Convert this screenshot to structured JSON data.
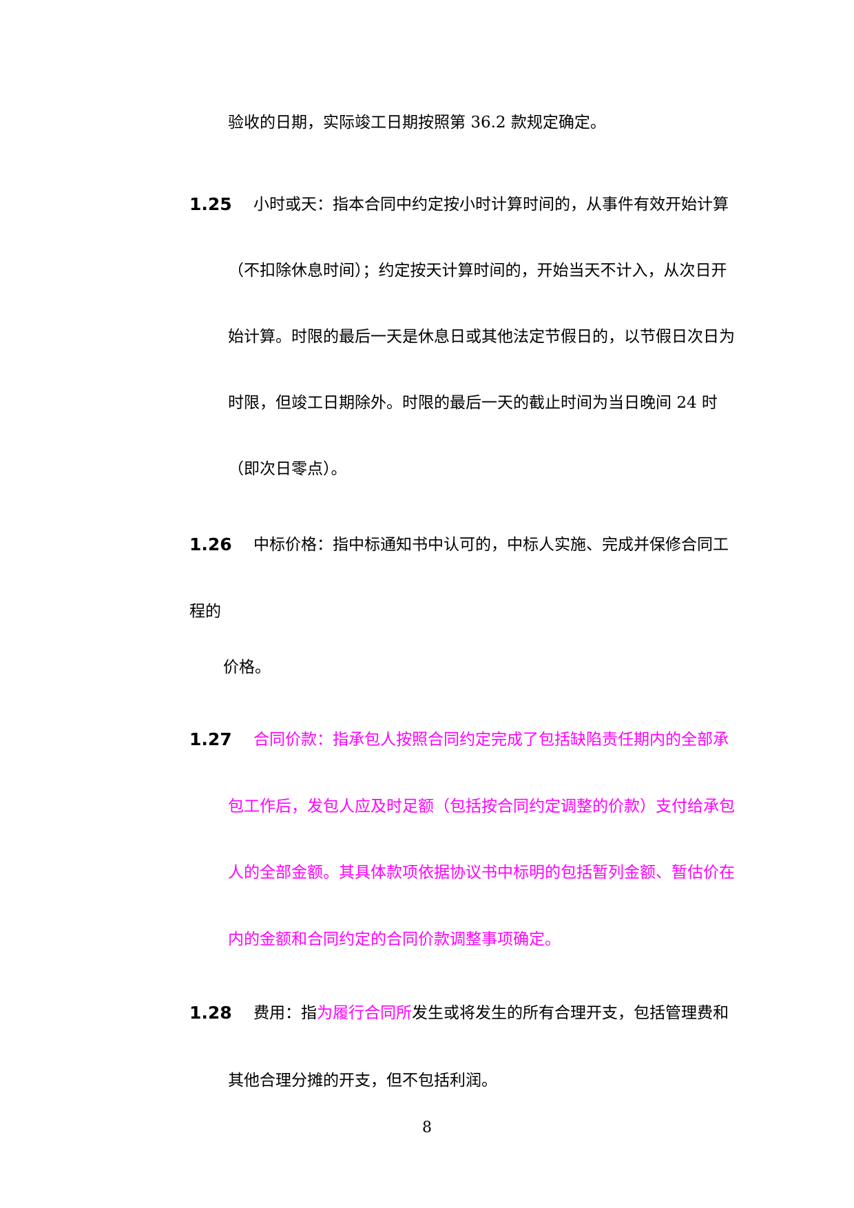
{
  "document": {
    "continuation": {
      "before": "验收的日期，实际竣工日期按照第",
      "ref": "36.2",
      "after": "款规定确定。"
    },
    "c125": {
      "number": "1.25",
      "line1": "小时或天：指本合同中约定按小时计算时间的，从事件有效开始计算",
      "line2": "（不扣除休息时间）；约定按天计算时间的，开始当天不计入，从次日开",
      "line3": "始计算。时限的最后一天是休息日或其他法定节假日的，以节假日次日为",
      "line4_before": "时限，但竣工日期除外。时限的最后一天的截止时间为当日晚间",
      "line4_num": "24",
      "line4_after": "时",
      "line5": "（即次日零点）。"
    },
    "c126": {
      "number": "1.26",
      "line1": "中标价格：指中标通知书中认可的，中标人实施、完成并保修合同工",
      "line2": "程的",
      "line3": "价格。"
    },
    "c127": {
      "number": "1.27",
      "line1": "合同价款：指承包人按照合同约定完成了包括缺陷责任期内的全部承",
      "line2": "包工作后，发包人应及时足额（包括按合同约定调整的价款）支付给承包",
      "line3": "人的全部金额。其具体款项依据协议书中标明的包括暂列金额、暂估价在",
      "line4": "内的金额和合同约定的合同价款调整事项确定。"
    },
    "c128": {
      "number": "1.28",
      "line1_a": "费用：指",
      "line1_b": "为履行合同所",
      "line1_c": "发生或将发生的所有合理开支，包括管理费和",
      "line2": "其他合理分摊的开支，但不包括利润。"
    },
    "page_number": "8",
    "highlight_color": "#ff00ff"
  }
}
